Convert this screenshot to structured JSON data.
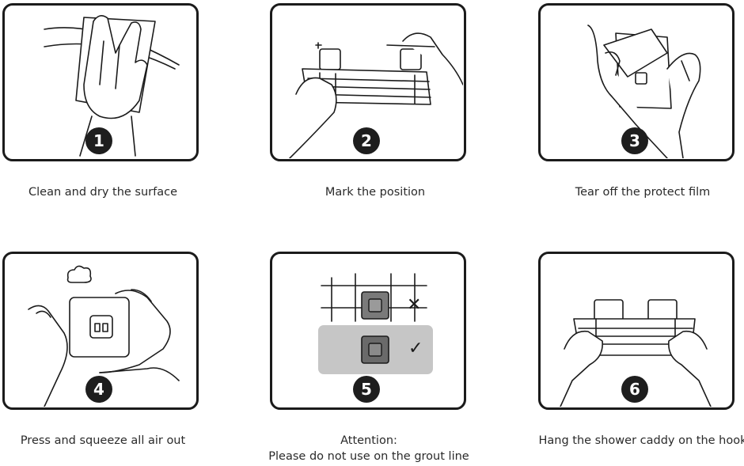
{
  "steps": [
    {
      "number": "1",
      "caption": "Clean and dry the surface"
    },
    {
      "number": "2",
      "caption": "Mark the position"
    },
    {
      "number": "3",
      "caption": "Tear off the protect film"
    },
    {
      "number": "4",
      "caption": "Press and squeeze all air out"
    },
    {
      "number": "5",
      "caption_line1": "Attention:",
      "caption_line2": "Please do not use on the grout line"
    },
    {
      "number": "6",
      "caption": "Hang the shower caddy on the hook"
    }
  ],
  "attention_marks": {
    "wrong": "✕",
    "right": "✓"
  }
}
